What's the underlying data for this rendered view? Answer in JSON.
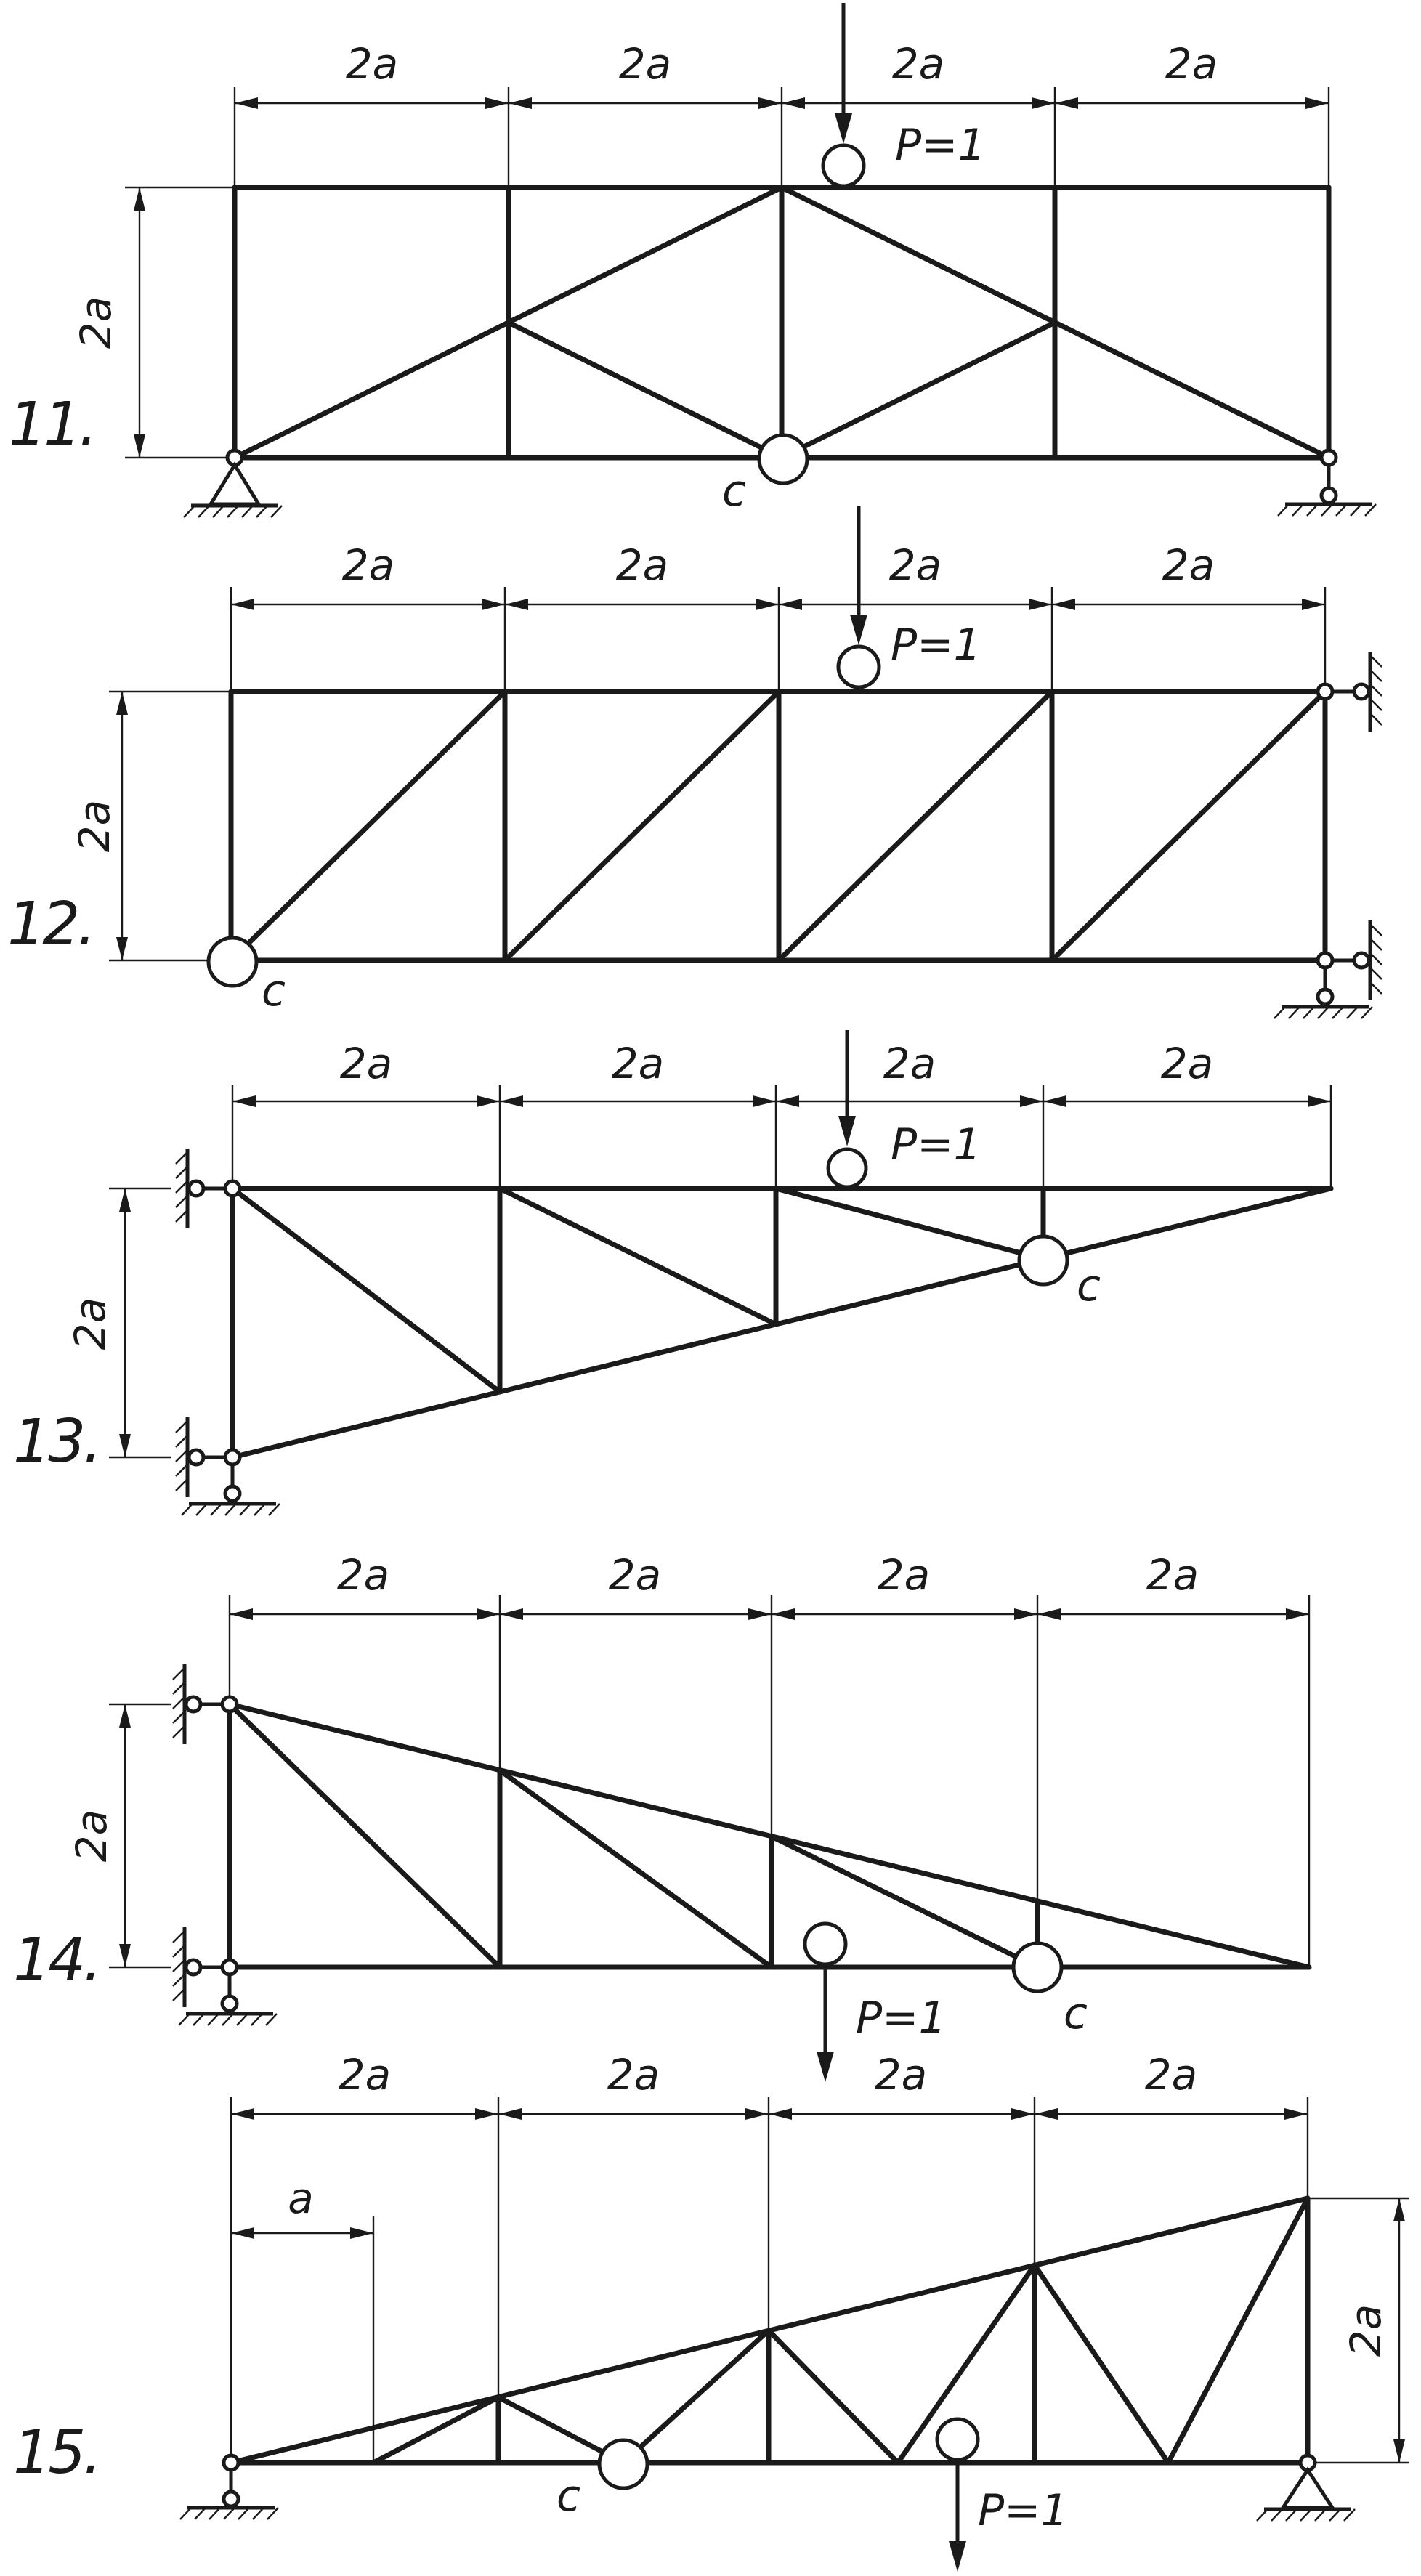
{
  "problems": [
    {
      "number": "11.",
      "span_dims": [
        "2a",
        "2a",
        "2a",
        "2a"
      ],
      "height_dim": "2a",
      "load": "P=1",
      "point": "c"
    },
    {
      "number": "12.",
      "span_dims": [
        "2a",
        "2a",
        "2a",
        "2a"
      ],
      "height_dim": "2a",
      "load": "P=1",
      "point": "c"
    },
    {
      "number": "13.",
      "span_dims": [
        "2a",
        "2a",
        "2a",
        "2a"
      ],
      "height_dim": "2a",
      "load": "P=1",
      "point": "c"
    },
    {
      "number": "14.",
      "span_dims": [
        "2a",
        "2a",
        "2a",
        "2a"
      ],
      "height_dim": "2a",
      "load": "P=1",
      "point": "c"
    },
    {
      "number": "15.",
      "span_dims": [
        "2a",
        "2a",
        "2a",
        "2a"
      ],
      "height_dim": "2a",
      "extra_dim": "a",
      "load": "P=1",
      "point": "c"
    }
  ]
}
